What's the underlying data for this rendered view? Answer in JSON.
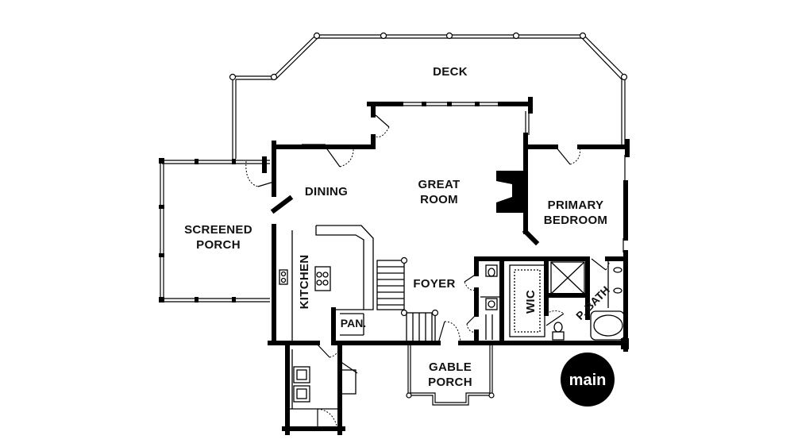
{
  "plan": {
    "rooms": {
      "deck": "DECK",
      "great_room_1": "GREAT",
      "great_room_2": "ROOM",
      "dining": "DINING",
      "primary_bedroom_1": "PRIMARY",
      "primary_bedroom_2": "BEDROOM",
      "screened_porch_1": "SCREENED",
      "screened_porch_2": "PORCH",
      "kitchen": "KITCHEN",
      "foyer": "FOYER",
      "wic": "WIC",
      "p_bath": "P. BATH",
      "pantry": "PAN.",
      "gable_porch_1": "GABLE",
      "gable_porch_2": "PORCH"
    },
    "badge": "main"
  }
}
